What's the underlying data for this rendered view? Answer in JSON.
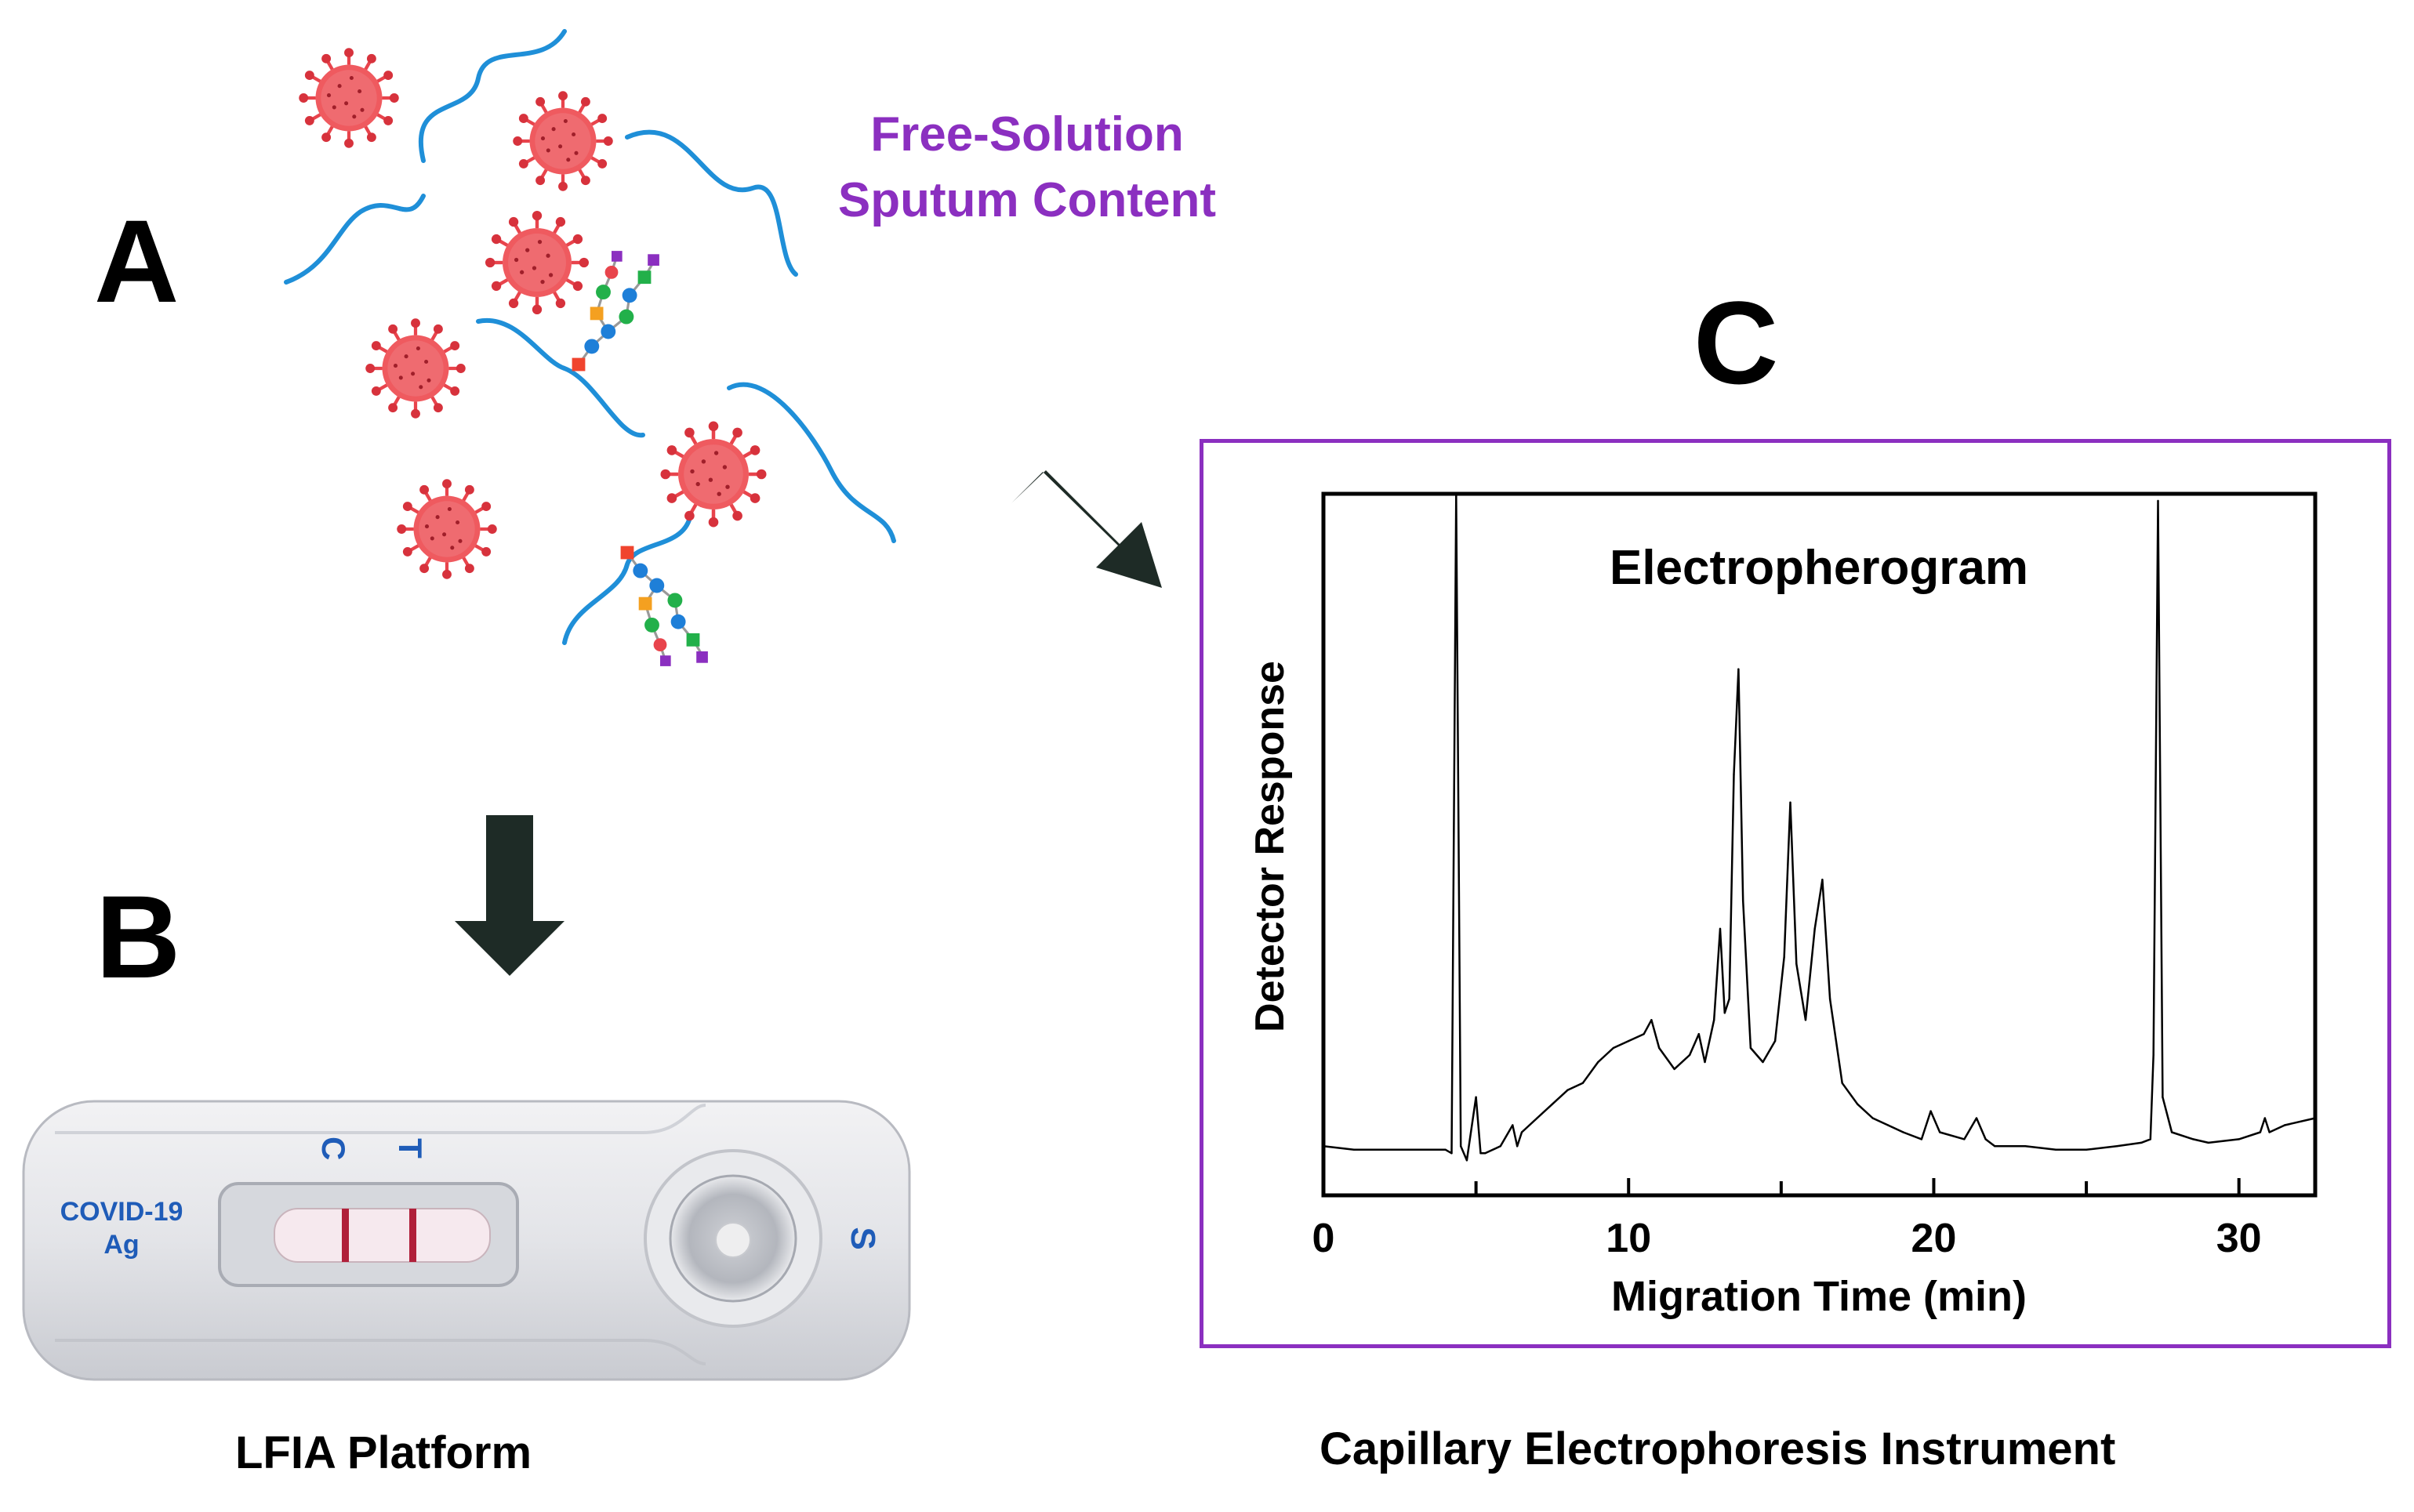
{
  "panels": {
    "a": "A",
    "b": "B",
    "c": "C"
  },
  "sample": {
    "label_line1": "Free-Solution",
    "label_line2": "Sputum Content"
  },
  "lfia": {
    "caption": "LFIA Platform",
    "brand_line1": "COVID-19",
    "brand_line2": "Ag",
    "control_mark": "C",
    "test_mark": "T",
    "sample_mark": "S"
  },
  "ce": {
    "caption": "Capillary Electrophoresis Instrument"
  },
  "colors": {
    "accent_purple": "#8b2fc0",
    "virus_red": "#e8444c",
    "strand_blue": "#1f8fd8",
    "arrow_dark": "#1e2b26",
    "cassette_blue": "#1f5cb8",
    "line_red": "#b0203a"
  },
  "chart_data": {
    "type": "line",
    "title": "Electropherogram",
    "xlabel": "Migration Time (min)",
    "ylabel": "Detector Response",
    "xlim": [
      0,
      32.5
    ],
    "ylim": [
      0,
      100
    ],
    "xticks": [
      0,
      10,
      20,
      30
    ],
    "grid": false,
    "series": [
      {
        "x": [
          0,
          1,
          2,
          3,
          4,
          4.2,
          4.35,
          4.5,
          4.7,
          5.0,
          5.15,
          5.3,
          5.8,
          6.2,
          6.35,
          6.5,
          7,
          7.5,
          8,
          8.5,
          9,
          9.5,
          10,
          10.5,
          10.75,
          11,
          11.5,
          12,
          12.3,
          12.5,
          12.8,
          13.0,
          13.15,
          13.3,
          13.45,
          13.6,
          13.75,
          14.0,
          14.4,
          14.8,
          15.1,
          15.3,
          15.5,
          15.8,
          16.1,
          16.35,
          16.6,
          17,
          17.5,
          18,
          18.5,
          19,
          19.6,
          19.9,
          20.2,
          21,
          21.4,
          21.7,
          22,
          23,
          24,
          25,
          26,
          26.8,
          27.1,
          27.2,
          27.35,
          27.5,
          27.8,
          28.5,
          29,
          30,
          30.7,
          30.85,
          31,
          31.5,
          32.5
        ],
        "y": [
          7,
          6.5,
          6.5,
          6.5,
          6.5,
          6,
          100,
          7,
          5,
          14,
          6,
          6,
          7,
          10,
          7,
          9,
          11,
          13,
          15,
          16,
          19,
          21,
          22,
          23,
          25,
          21,
          18,
          20,
          23,
          19,
          25,
          38,
          26,
          28,
          60,
          75,
          42,
          21,
          19,
          22,
          34,
          56,
          33,
          25,
          38,
          45,
          28,
          16,
          13,
          11,
          10,
          9,
          8,
          12,
          9,
          8,
          11,
          8,
          7,
          7,
          6.5,
          6.5,
          7,
          7.5,
          8,
          20,
          99,
          14,
          9,
          8,
          7.5,
          8,
          9,
          11,
          9,
          10,
          11
        ]
      }
    ]
  }
}
